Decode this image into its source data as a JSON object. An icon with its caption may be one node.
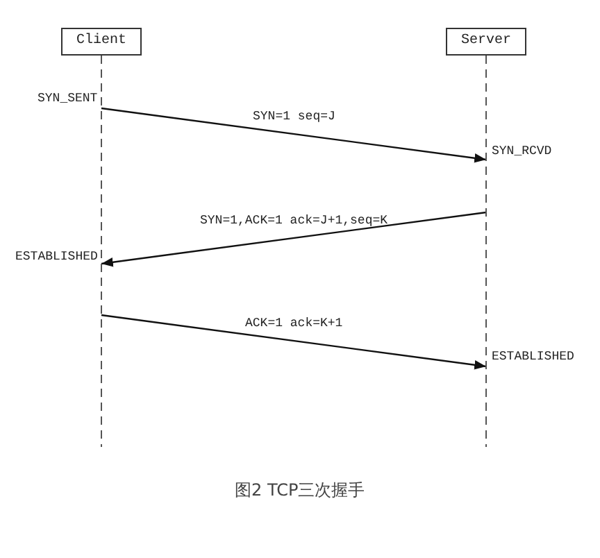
{
  "diagram": {
    "caption": "图2 TCP三次握手",
    "nodes": [
      {
        "text": [
          "Client"
        ]
      },
      {
        "text": [
          "Server"
        ]
      }
    ],
    "edges": [
      {
        "from": 0,
        "to": 1,
        "arrow": "to",
        "label": "SYN=1 seq=J"
      },
      {
        "from": 1,
        "to": 0,
        "arrow": "to",
        "label": "SYN=1,ACK=1 ack=J+1,seq=K"
      },
      {
        "from": 0,
        "to": 1,
        "arrow": "to",
        "label": "ACK=1 ack=K+1"
      }
    ],
    "labels": [
      "SYN_SENT",
      "SYN_RCVD",
      "ESTABLISHED",
      "ESTABLISHED"
    ]
  }
}
